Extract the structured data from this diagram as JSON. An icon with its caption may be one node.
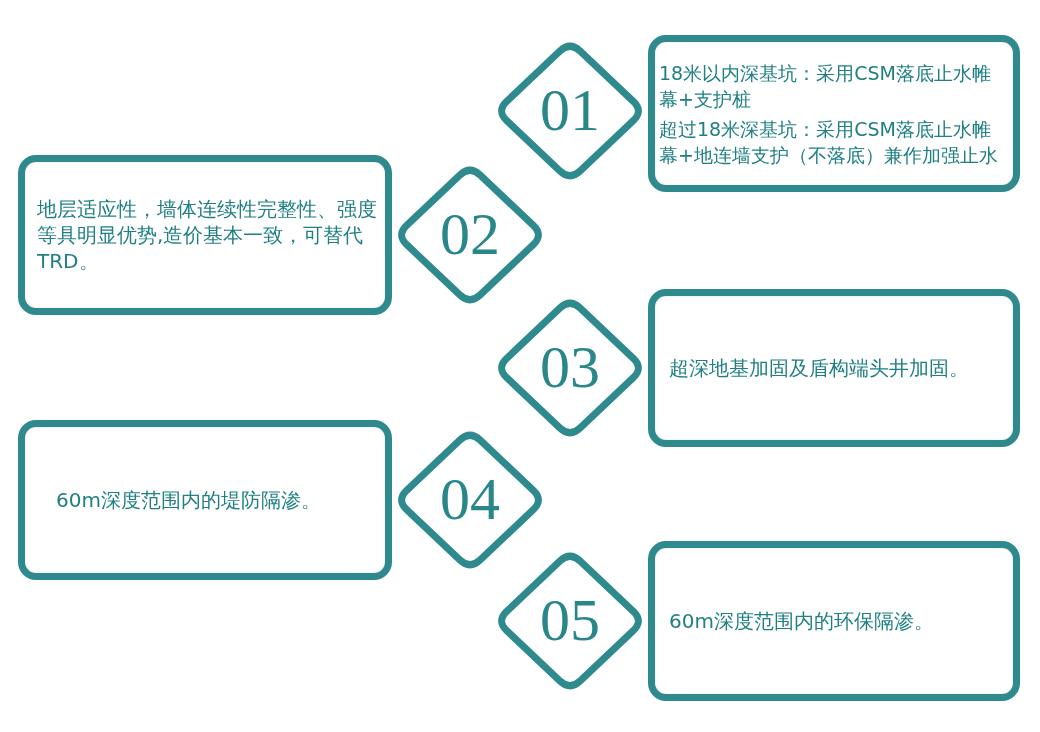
{
  "diagram": {
    "nodes": [
      {
        "text": [
          "01"
        ]
      },
      {
        "text": [
          "18米以内深基坑：采用CSM落底止水帷幕+支护桩",
          "超过18米深基坑：采用CSM落底止水帷幕+地连墙支护（不落底）兼作加强止水"
        ]
      },
      {
        "text": [
          "地层适应性，墙体连续性完整性、强度等具明显优势,造价基本一致，可替代TRD。"
        ]
      },
      {
        "text": [
          "02"
        ]
      },
      {
        "text": [
          "03"
        ]
      },
      {
        "text": [
          "超深地基加固及盾构端头井加固。"
        ]
      },
      {
        "text": [
          "60m深度范围内的堤防隔渗。"
        ]
      },
      {
        "text": [
          "04"
        ]
      },
      {
        "text": [
          "05"
        ]
      },
      {
        "text": [
          "60m深度范围内的环保隔渗。"
        ]
      }
    ]
  }
}
